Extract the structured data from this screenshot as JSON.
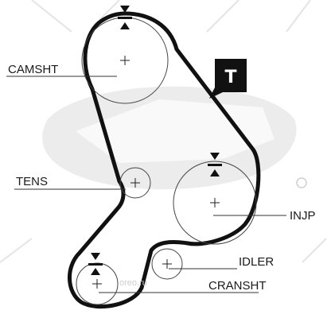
{
  "labels": {
    "camshaft": "CAMSHT",
    "tensioner": "TENS",
    "injection_pump": "INJP",
    "idler": "IDLER",
    "crankshaft": "CRANSHT"
  },
  "badge": {
    "letter": "T"
  },
  "watermark": {
    "text": "oreo.ru"
  },
  "colors": {
    "belt": "#111111",
    "pulley": "#333333",
    "watermark": "#d6d6d6"
  },
  "icons": [
    "timing-mark-icon",
    "tensioner-badge-icon",
    "brand-logo-watermark"
  ]
}
